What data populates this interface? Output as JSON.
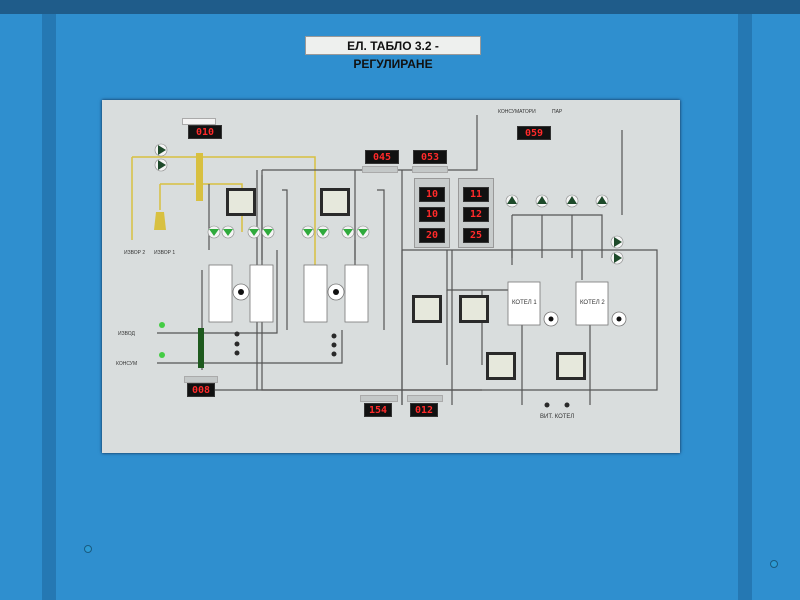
{
  "title": "ЕЛ. ТАБЛО 3.2 - РЕГУЛИРАНЕ",
  "labels": {
    "source2": "ИЗВОР 2",
    "source1": "ИЗВОР 1",
    "outlet": "ИЗВОД",
    "consumer": "КОНСУМ",
    "consumers": "КОНСУМАТОРИ",
    "steam": "ПАР",
    "boiler1": "КОТЕЛ 1",
    "boiler2": "КОТЕЛ 2",
    "boilers_label": "ВИТ. КОТЕЛ"
  },
  "displays": {
    "top_left": "010",
    "center_1": "045",
    "center_2": "053",
    "consumers": "059",
    "col1": [
      "10",
      "10",
      "20"
    ],
    "col2": [
      "11",
      "12",
      "25"
    ],
    "bottom_left": "008",
    "bottom_1": "154",
    "bottom_2": "012"
  },
  "colors": {
    "background": "#2f8fcf",
    "panel": "#d9dddd",
    "display_text": "#ff2a2a",
    "pump": "#2faa3c",
    "pipe_yellow": "#d8c040"
  }
}
